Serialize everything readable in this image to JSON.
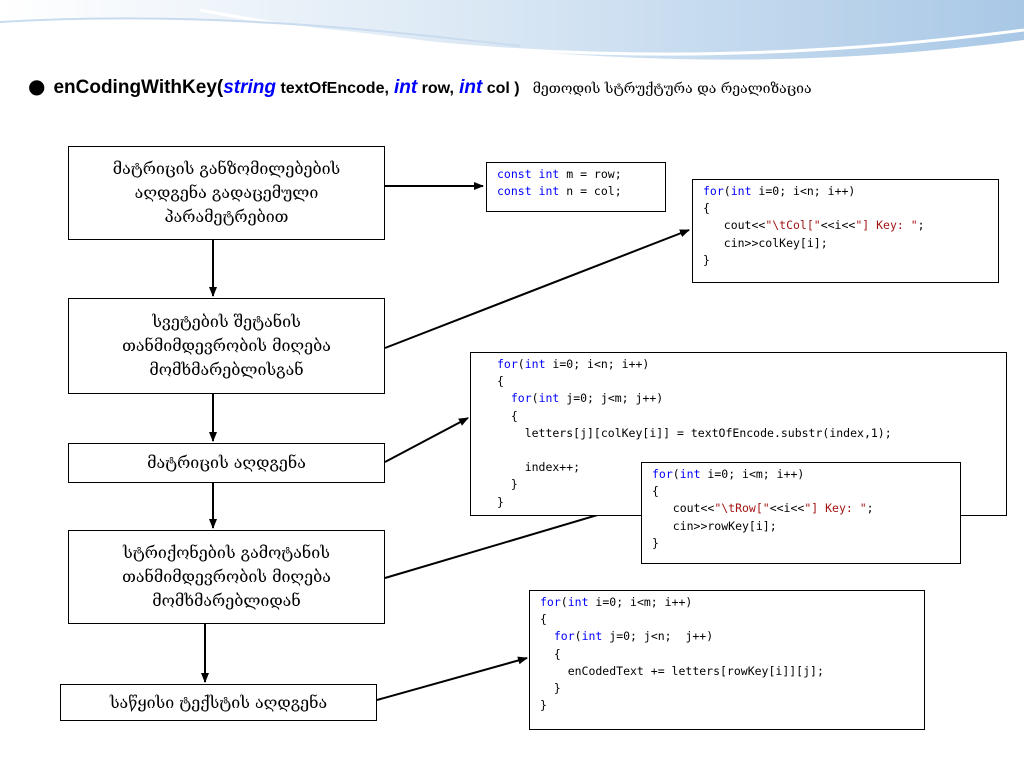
{
  "header": {
    "bullet": "●",
    "method_name": "enCodingWithKey(",
    "kw_string": "string",
    "param_text": " textOfEncode,",
    "kw_int1": "int",
    "param_row": " row,",
    "kw_int2": "int",
    "param_col": " col )",
    "caption": "მეთოდის სტრუქტურა და რეალიზაცია"
  },
  "steps": [
    {
      "line1": "მატრიცის განზომილებების",
      "line2": "აღდგენა გადაცემული",
      "line3": "პარამეტრებით"
    },
    {
      "line1": "სვეტების შეტანის",
      "line2": "თანმიმდევრობის მიღება",
      "line3": "მომხმარებლისგან"
    },
    {
      "line1": "მატრიცის აღდგენა"
    },
    {
      "line1": "სტრიქონების გამოტანის",
      "line2": "თანმიმდევრობის მიღება",
      "line3": "მომხმარებლიდან"
    },
    {
      "line1": "საწყისი ტექსტის აღდგენა"
    }
  ],
  "code": {
    "dims": {
      "l1_kw": "const int",
      "l1_rest": " m = row;",
      "l2_kw": "const int",
      "l2_rest": " n = col;"
    },
    "colkey": {
      "l1_kw1": "for",
      "l1_p": "(",
      "l1_kw2": "int",
      "l1_rest": " i=0; i<n; i++)",
      "l2": "{",
      "l3_a": "   cout<<",
      "l3_s1": "\"\\tCol[\"",
      "l3_b": "<<i<<",
      "l3_s2": "\"] Key: \"",
      "l3_c": ";",
      "l4": "   cin>>colKey[i];",
      "l5": "}"
    },
    "matrix": {
      "l1_kw1": "for",
      "l1_p": "(",
      "l1_kw2": "int",
      "l1_rest": " i=0; i<n; i++)",
      "l2": "{",
      "l3_ind": "  ",
      "l3_kw1": "for",
      "l3_p": "(",
      "l3_kw2": "int",
      "l3_rest": " j=0; j<m; j++)",
      "l4": "  {",
      "l5": "    letters[j][colKey[i]] = textOfEncode.substr(index,1);",
      "l6": "",
      "l7": "    index++;",
      "l8": "  }",
      "l9": "}"
    },
    "rowkey": {
      "l1_kw1": "for",
      "l1_p": "(",
      "l1_kw2": "int",
      "l1_rest": " i=0; i<m; i++)",
      "l2": "{",
      "l3_a": "   cout<<",
      "l3_s1": "\"\\tRow[\"",
      "l3_b": "<<i<<",
      "l3_s2": "\"] Key: \"",
      "l3_c": ";",
      "l4": "   cin>>rowKey[i];",
      "l5": "}"
    },
    "restore": {
      "l1_kw1": "for",
      "l1_p": "(",
      "l1_kw2": "int",
      "l1_rest": " i=0; i<m; i++)",
      "l2": "{",
      "l3_ind": "  ",
      "l3_kw1": "for",
      "l3_p": "(",
      "l3_kw2": "int",
      "l3_rest": " j=0; j<n;  j++)",
      "l4": "  {",
      "l5": "    enCodedText += letters[rowKey[i]][j];",
      "l6": "  }",
      "l7": "}"
    }
  },
  "colors": {
    "keyword": "#0000ff",
    "string": "#a31515",
    "swoosh": "#b9d3ea"
  }
}
